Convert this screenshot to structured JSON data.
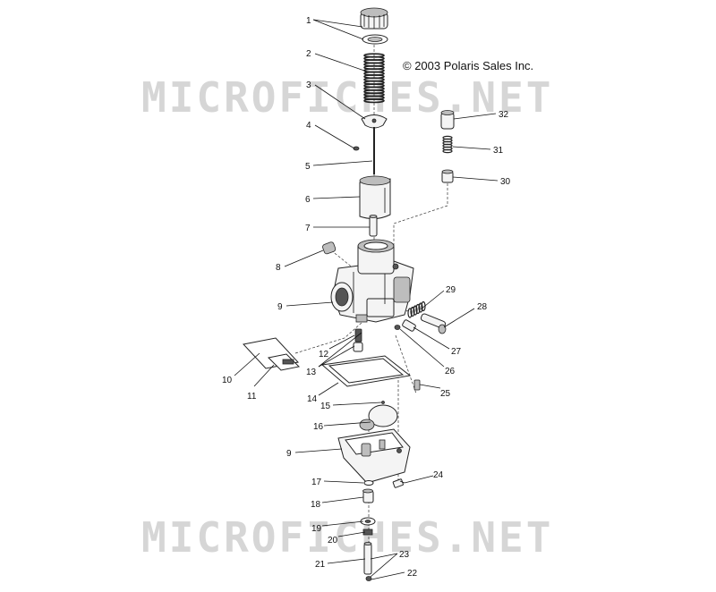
{
  "copyright": "© 2003 Polaris Sales Inc.",
  "watermark": "MICROFICHES.NET",
  "callouts": [
    "1",
    "2",
    "3",
    "4",
    "5",
    "6",
    "7",
    "8",
    "9",
    "10",
    "11",
    "12",
    "13",
    "14",
    "15",
    "16",
    "9",
    "17",
    "18",
    "19",
    "20",
    "21",
    "22",
    "23",
    "24",
    "25",
    "26",
    "27",
    "28",
    "29",
    "30",
    "31",
    "32"
  ]
}
